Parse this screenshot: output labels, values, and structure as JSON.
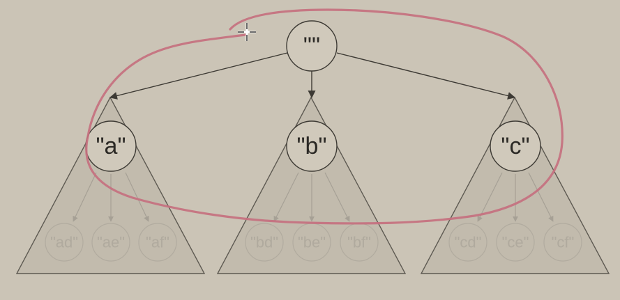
{
  "diagram": {
    "root": {
      "label": "\"\""
    },
    "children": [
      {
        "label": "\"a\"",
        "grandchildren": [
          "\"ad\"",
          "\"ae\"",
          "\"af\""
        ]
      },
      {
        "label": "\"b\"",
        "grandchildren": [
          "\"bd\"",
          "\"be\"",
          "\"bf\""
        ]
      },
      {
        "label": "\"c\"",
        "grandchildren": [
          "\"cd\"",
          "\"ce\"",
          "\"cf\""
        ]
      }
    ],
    "colors": {
      "background": "#cbc4b6",
      "ink": "#3d3a34",
      "annotation": "#c6707f",
      "faded": "#b0aa9e"
    },
    "annotation": {
      "kind": "freehand-loop",
      "encloses": "root-and-first-level"
    },
    "cursor": {
      "icon": "crosshair-cursor-icon"
    }
  }
}
